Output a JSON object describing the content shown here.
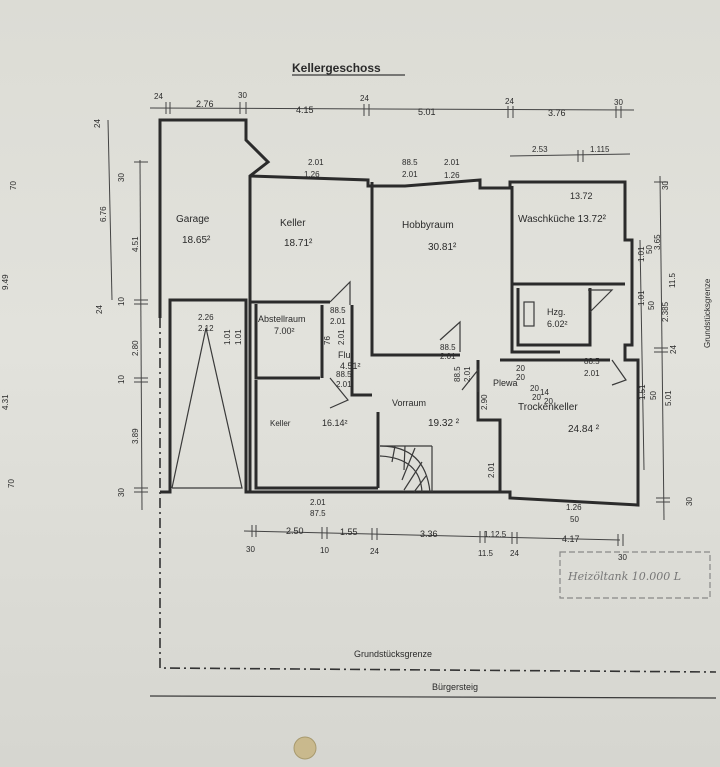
{
  "title": "Kellergeschoss",
  "rooms": [
    {
      "id": "garage",
      "name": "Garage",
      "area": "18.65²"
    },
    {
      "id": "keller1",
      "name": "Keller",
      "area": "18.71²"
    },
    {
      "id": "hobby",
      "name": "Hobbyraum",
      "area": "30.81²"
    },
    {
      "id": "wasch",
      "name": "Waschküche 13.72²",
      "area": "13.72"
    },
    {
      "id": "hzg",
      "name": "Hzg.",
      "area": "6.02²"
    },
    {
      "id": "abstell",
      "name": "Abstellraum",
      "area": "7.00²"
    },
    {
      "id": "flur",
      "name": "Flur",
      "area": "4.51²"
    },
    {
      "id": "keller2",
      "name": "Keller",
      "area": "16.14²"
    },
    {
      "id": "vorraum",
      "name": "Vorraum",
      "area": "19.32 ²"
    },
    {
      "id": "trocken",
      "name": "Trockenkeller",
      "area": "24.84 ²"
    },
    {
      "id": "plewa",
      "name": "Plewa",
      "area": ""
    }
  ],
  "top_dims": [
    "24",
    "2.76",
    "30",
    "4.15",
    "24",
    "5.01",
    "24",
    "3.76",
    "30"
  ],
  "top_dims2": [
    "2.53",
    "1.115"
  ],
  "bottom_dims": [
    "30",
    "2.50",
    "10",
    "1.55",
    "24",
    "3.36",
    "1.12.5",
    "11.5",
    "24",
    "4.17",
    "30"
  ],
  "left_dims": [
    "24",
    "6.76",
    "30",
    "4.51",
    "24",
    "10",
    "2.80",
    "10",
    "3.89",
    "30",
    "70"
  ],
  "right_dims": [
    "30",
    "3.65",
    "50",
    "1.01",
    "11.5",
    "2.385",
    "1.01",
    "50",
    "24",
    "1.51",
    "50",
    "5.01",
    "30"
  ],
  "openings": [
    "2.01",
    "1.26",
    "88.5",
    "2.01",
    "2.01",
    "1.26",
    "88.5",
    "2.01",
    "88.5",
    "2.01",
    "88.5",
    "2.01",
    "88.5",
    "2.01",
    "88.5",
    "2.01",
    "2.01",
    "87.5",
    "1.26",
    "50",
    "2.26",
    "2.12",
    "1.01",
    "1.01",
    "76",
    "2.01",
    "2.90",
    "2.01",
    "20",
    "20",
    "20",
    "20",
    "14",
    "20"
  ],
  "boundary": "Grundstücksgrenze",
  "sidewalk": "Bürgersteig",
  "tank_note": "Heizöltank 10.000 L",
  "edge_notes": [
    "Grundstücksgrenze",
    "70",
    "9.49",
    "4.31"
  ]
}
